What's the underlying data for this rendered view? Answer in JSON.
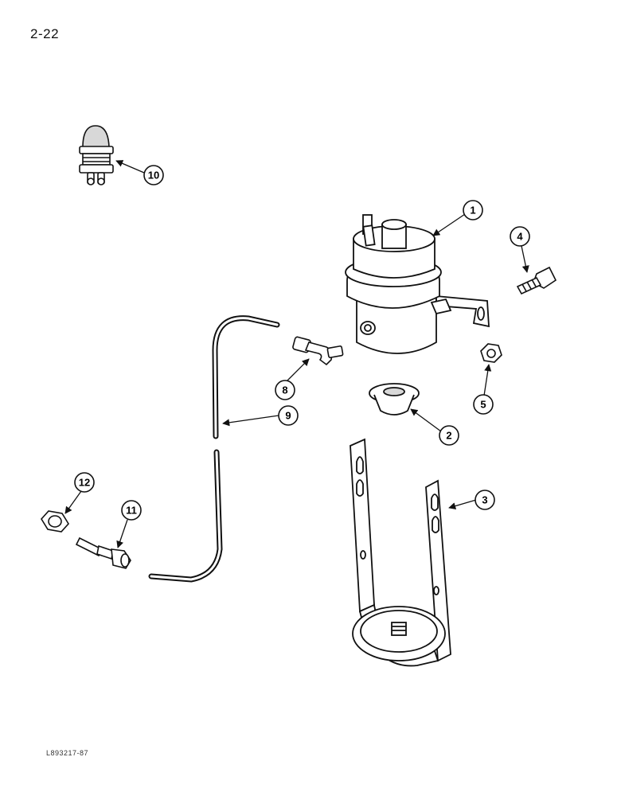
{
  "page_number": "2-22",
  "reference_code": "L893217-87",
  "callouts": {
    "c1": "1",
    "c2": "2",
    "c3": "3",
    "c4": "4",
    "c5": "5",
    "c6": "8",
    "c7": "9",
    "c8": "10",
    "c9": "11",
    "c10": "12"
  },
  "colors": {
    "ink": "#111111",
    "paper": "#ffffff",
    "shade": "#cfcfcf"
  }
}
